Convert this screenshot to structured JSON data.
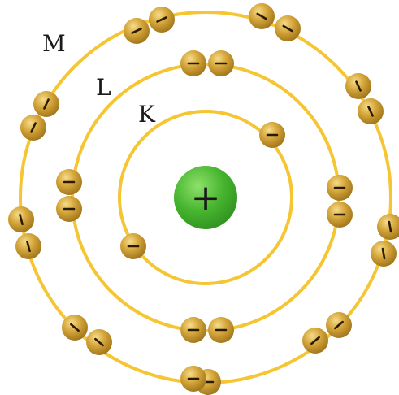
{
  "nucleus": {
    "sign": "+",
    "color": "#3fae2a"
  },
  "shells": [
    {
      "label": "K",
      "electron_count": 2
    },
    {
      "label": "L",
      "electron_count": 8
    },
    {
      "label": "M",
      "electron_count": 18
    }
  ],
  "colors": {
    "orbit": "#f5c532",
    "electron": "#c9992c",
    "text": "#1a1a1a"
  },
  "electron_sign": "−"
}
